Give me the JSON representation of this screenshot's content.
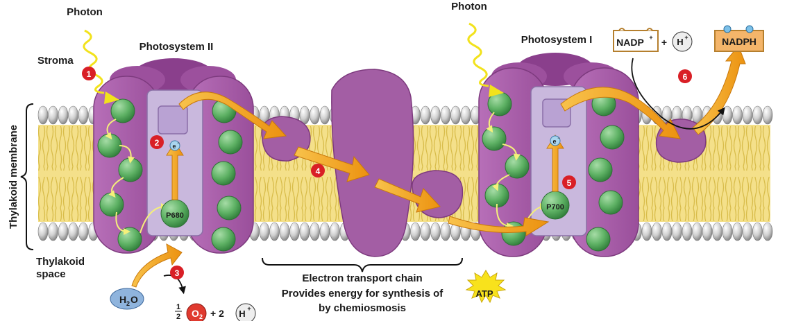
{
  "labels": {
    "photon_left": "Photon",
    "photon_right": "Photon",
    "stroma": "Stroma",
    "photosystem_ii": "Photosystem II",
    "photosystem_i": "Photosystem I",
    "thylakoid_membrane": "Thylakoid membrane",
    "thylakoid_space_line1": "Thylakoid",
    "thylakoid_space_line2": "space",
    "p680": "P680",
    "p700": "P700",
    "electron": "e",
    "electron_charge": "−",
    "etc_title": "Electron transport chain",
    "etc_line2": "Provides energy for synthesis of",
    "etc_line3": "by chemiosmosis",
    "atp": "ATP",
    "nadp": "NADP",
    "nadp_charge": "+",
    "plus_sign": "+",
    "h_ion": "H",
    "h_charge": "+",
    "nadph": "NADPH",
    "water_h": "H",
    "water_sub": "2",
    "water_o": "O",
    "half_num": "1",
    "half_den": "2",
    "o2_o": "O",
    "o2_sub": "2",
    "plus_two": "+ 2",
    "h_product": "H",
    "h_product_charge": "+"
  },
  "steps": [
    "1",
    "2",
    "3",
    "4",
    "5",
    "6"
  ],
  "colors": {
    "membrane_yellow": "#f4e08a",
    "lipid_head": "#c9c9c9",
    "protein_purple": "#a35ea4",
    "protein_dark": "#8a3f8c",
    "reaction_center": "#c9b8dd",
    "chlorophyll_green": "#5fb265",
    "arrow_orange": "#f0a21e",
    "photon_yellow": "#f2e21c",
    "step_red": "#d91f26",
    "water_blue": "#8fb4dd",
    "nadph_orange": "#f4b56a"
  }
}
